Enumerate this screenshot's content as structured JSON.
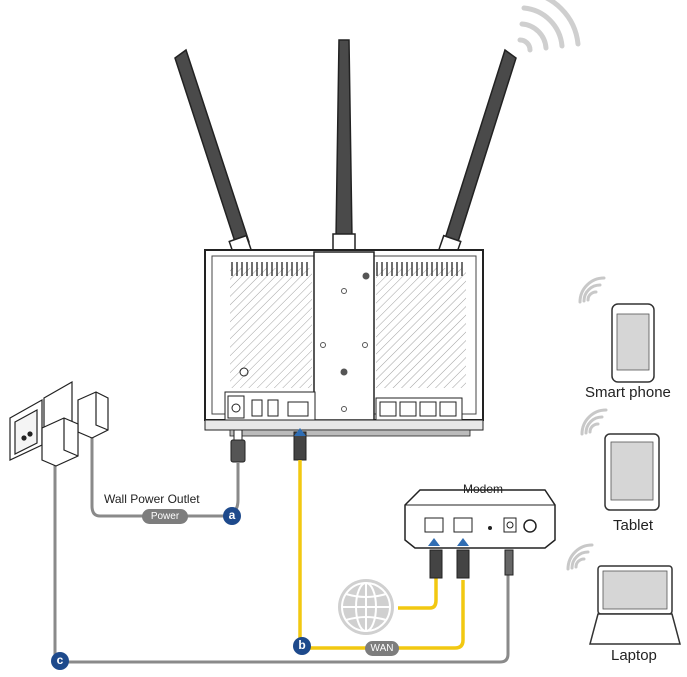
{
  "labels": {
    "wall_outlet": "Wall Power Outlet",
    "power": "Power",
    "modem": "Modem",
    "wan": "WAN",
    "smartphone": "Smart phone",
    "tablet": "Tablet",
    "laptop": "Laptop"
  },
  "badges": {
    "a": "a",
    "b": "b",
    "c": "c"
  },
  "colors": {
    "cable_yellow": "#f2c811",
    "cable_gray": "#7a7a7a",
    "badge_blue": "#1e4a8c",
    "device_outline": "#333333",
    "screen_fill": "#d6d6d6",
    "wifi_gray": "#bdbdbd",
    "arrow_blue": "#2f6db3"
  },
  "icons": [
    "wifi-waves-icon",
    "globe-icon",
    "smartphone-icon",
    "tablet-icon",
    "laptop-icon",
    "router-device",
    "modem-device",
    "wall-outlet-icon",
    "power-adapter-icon"
  ]
}
